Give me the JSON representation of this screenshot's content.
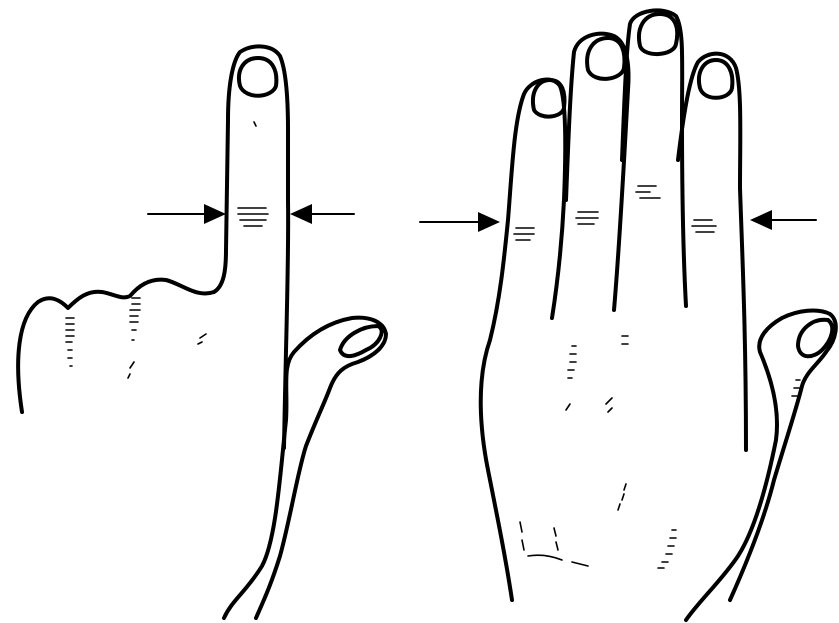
{
  "figure": {
    "background_color": "#ffffff",
    "ink_color": "#000000",
    "panels": [
      {
        "id": "single-finger",
        "description_icon": "index-finger-icon"
      },
      {
        "id": "four-fingers",
        "description_icon": "four-fingers-icon"
      }
    ],
    "arrows": [
      {
        "panel": "single-finger",
        "direction": "right",
        "icon": "arrow-right-icon"
      },
      {
        "panel": "single-finger",
        "direction": "left",
        "icon": "arrow-left-icon"
      },
      {
        "panel": "four-fingers",
        "direction": "right",
        "icon": "arrow-right-icon"
      },
      {
        "panel": "four-fingers",
        "direction": "left",
        "icon": "arrow-left-icon"
      }
    ]
  }
}
